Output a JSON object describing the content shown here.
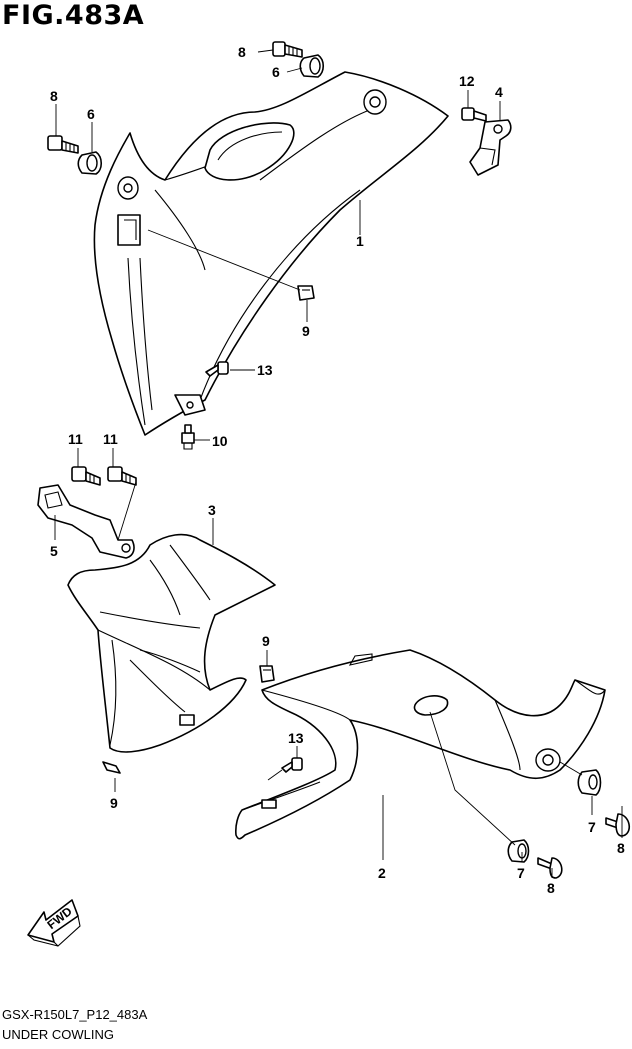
{
  "figure": {
    "title": "FIG.483A",
    "model_code": "GSX-R150L7_P12_483A",
    "subtitle": "UNDER COWLING",
    "fwd_label": "FWD"
  },
  "callouts": [
    {
      "id": "c-8-top",
      "label": "8"
    },
    {
      "id": "c-6-top",
      "label": "6"
    },
    {
      "id": "c-8-left",
      "label": "8"
    },
    {
      "id": "c-6-left",
      "label": "6"
    },
    {
      "id": "c-12",
      "label": "12"
    },
    {
      "id": "c-4",
      "label": "4"
    },
    {
      "id": "c-1",
      "label": "1"
    },
    {
      "id": "c-9-upper",
      "label": "9"
    },
    {
      "id": "c-13-upper",
      "label": "13"
    },
    {
      "id": "c-10",
      "label": "10"
    },
    {
      "id": "c-11-a",
      "label": "11"
    },
    {
      "id": "c-11-b",
      "label": "11"
    },
    {
      "id": "c-3",
      "label": "3"
    },
    {
      "id": "c-5",
      "label": "5"
    },
    {
      "id": "c-9-mid",
      "label": "9"
    },
    {
      "id": "c-13-lower",
      "label": "13"
    },
    {
      "id": "c-9-lower",
      "label": "9"
    },
    {
      "id": "c-2",
      "label": "2"
    },
    {
      "id": "c-7-a",
      "label": "7"
    },
    {
      "id": "c-8-a",
      "label": "8"
    },
    {
      "id": "c-7-b",
      "label": "7"
    },
    {
      "id": "c-8-b",
      "label": "8"
    }
  ]
}
